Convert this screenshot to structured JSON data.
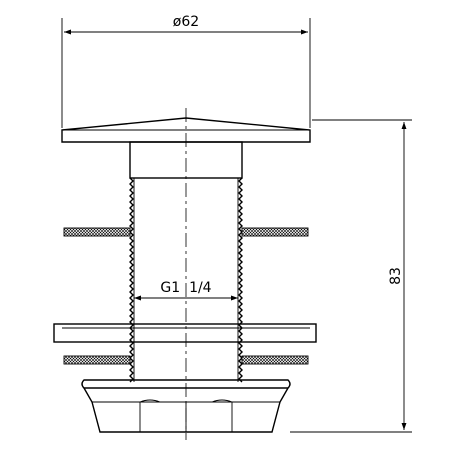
{
  "dimensions": {
    "diameter_label": "ø62",
    "thread_label": "G1  1/4",
    "height_label": "83"
  },
  "colors": {
    "line": "#000000",
    "background": "#ffffff"
  }
}
